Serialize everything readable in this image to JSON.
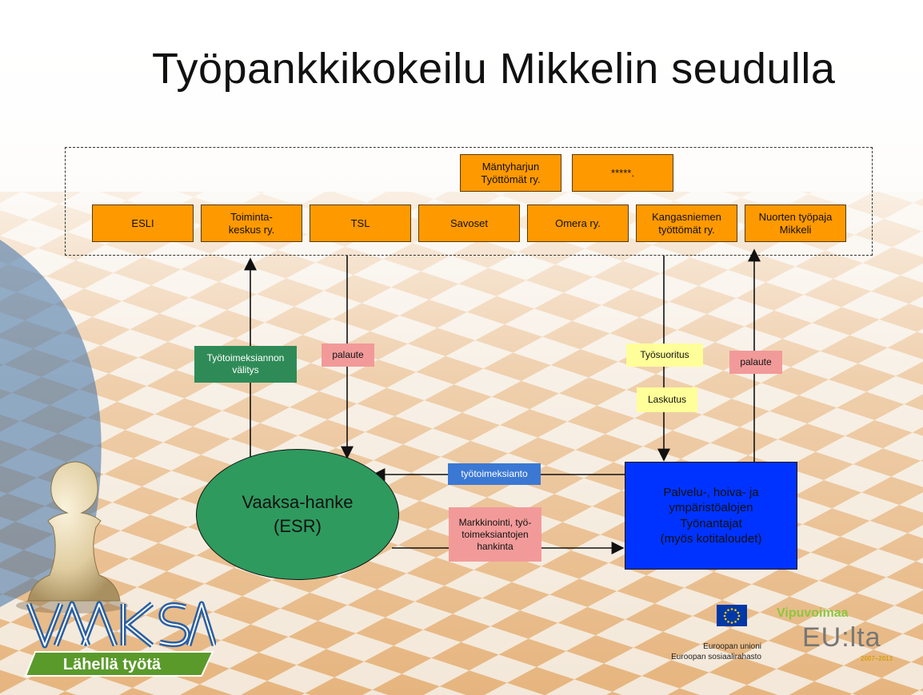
{
  "title": "Työpankkikokeilu Mikkelin seudulla",
  "top_row": [
    {
      "id": "mantyharju",
      "lines": [
        "Mäntyharjun",
        "Työttömät ry."
      ]
    },
    {
      "id": "stars",
      "lines": [
        "*****."
      ]
    }
  ],
  "orgs": [
    {
      "id": "esli",
      "lines": [
        "ESLI"
      ]
    },
    {
      "id": "toimintakeskus",
      "lines": [
        "Toiminta-",
        "keskus ry."
      ]
    },
    {
      "id": "tsl",
      "lines": [
        "TSL"
      ]
    },
    {
      "id": "savoset",
      "lines": [
        "Savoset"
      ]
    },
    {
      "id": "omera",
      "lines": [
        "Omera ry."
      ]
    },
    {
      "id": "kangasniemi",
      "lines": [
        "Kangasniemen",
        "työttömät ry."
      ]
    },
    {
      "id": "nuorten",
      "lines": [
        "Nuorten työpaja",
        "Mikkeli"
      ]
    }
  ],
  "flow_labels": {
    "valitys": "Työtoimeksiannon välitys",
    "palaute_left": "palaute",
    "tyosuoritus": "Työsuoritus",
    "laskutus": "Laskutus",
    "palaute_right": "palaute",
    "tyotoimeksianto": "työtoimeksianto",
    "markkinointi": "Markkinointi, työ-toimeksiantojen hankinta"
  },
  "hub": {
    "line1": "Vaaksa-hanke",
    "line2": "(ESR)"
  },
  "employers": {
    "lines": [
      "Palvelu-, hoiva- ja",
      "ympäristöalojen",
      "Työnantajat",
      "(myös kotitaloudet)"
    ]
  },
  "logos": {
    "vaaksa_wordmark": "VAAKSA",
    "vaaksa_tagline": "Lähellä työtä",
    "eu_line1": "Euroopan unioni",
    "eu_line2": "Euroopan sosiaalirahasto",
    "vipuvoimaa": "Vipuvoimaa",
    "eulta": "EU:lta",
    "years": "2007–2013"
  },
  "colors": {
    "org_box": "#ff9900",
    "hub": "#2e9a5e",
    "employers": "#0033ff",
    "green_label": "#2e8b57",
    "pink_label": "#f29a9a",
    "yellow_label": "#ffff99",
    "blue_label": "#3a78d4"
  }
}
